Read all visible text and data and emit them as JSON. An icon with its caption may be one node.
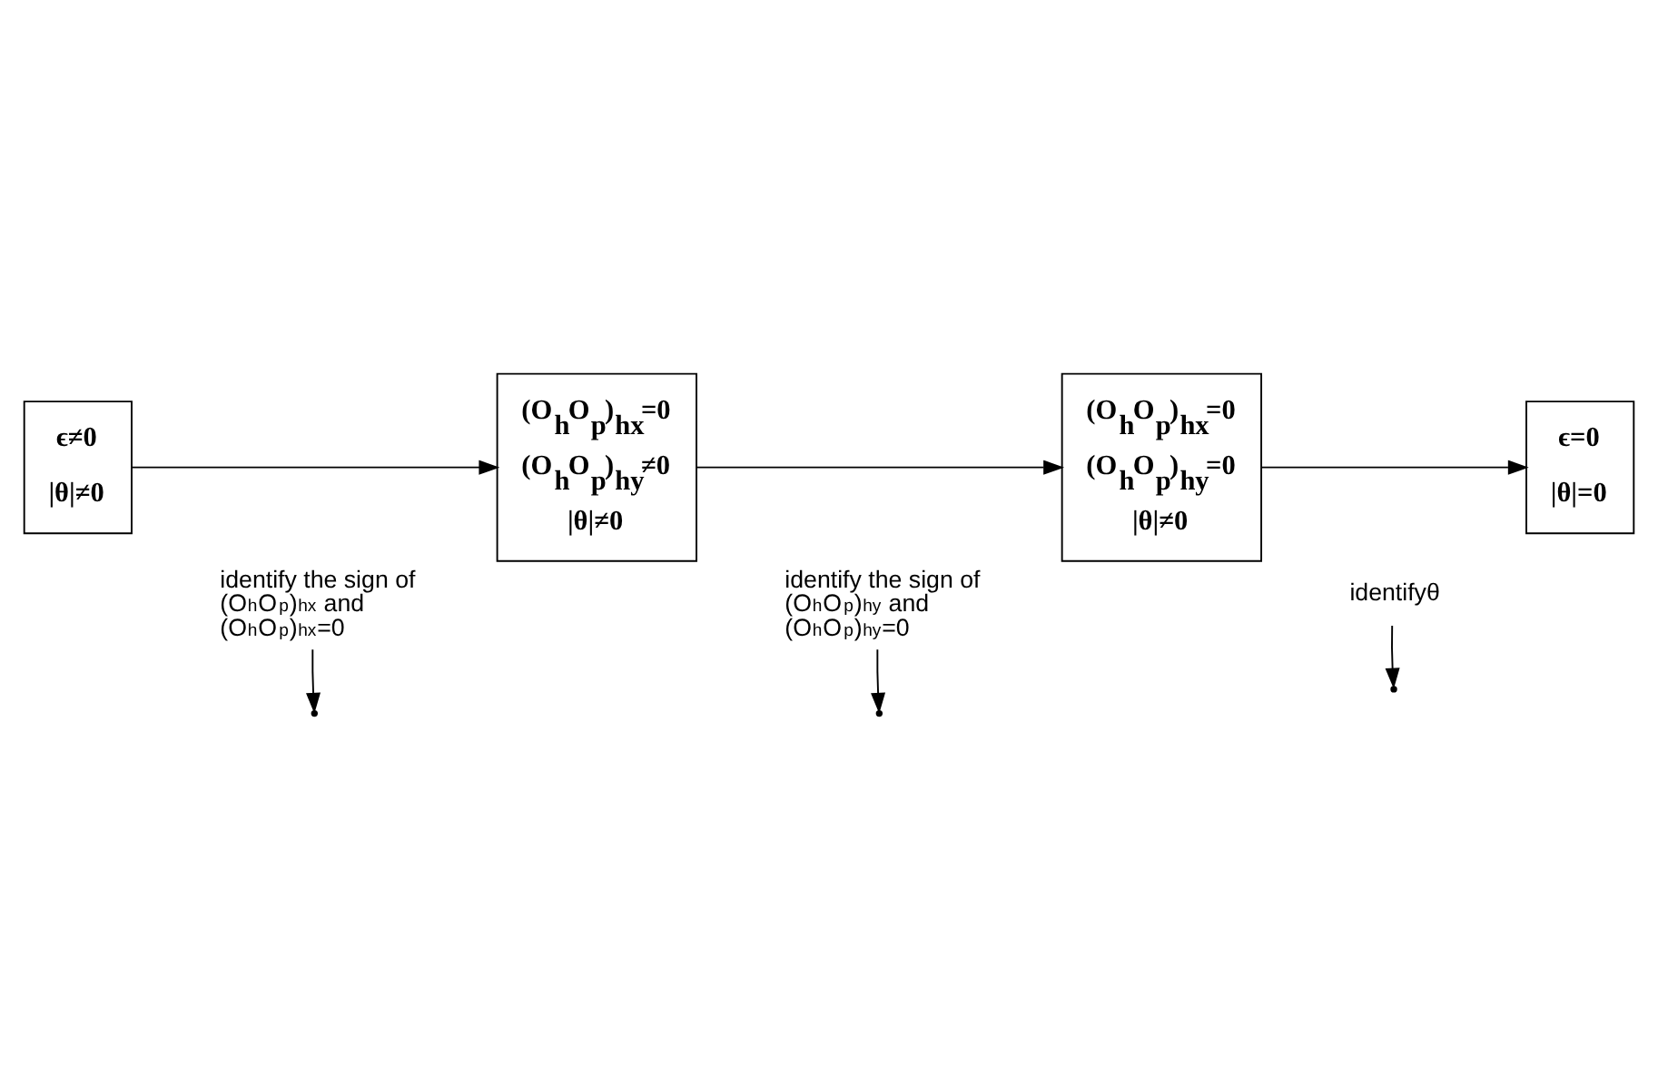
{
  "diagram": {
    "nodes": [
      {
        "text": [
          "ϵ≠0",
          "|θ|≠0"
        ]
      },
      {
        "text": [
          "(O$_{h}$O$_{p}$)$_{hx}$=0",
          "(O$_{h}$O$_{p}$)$_{hy}$≠0",
          "|θ|≠0"
        ]
      },
      {
        "text": [
          "(O$_{h}$O$_{p}$)$_{hx}$=0",
          "(O$_{h}$O$_{p}$)$_{hy}$=0",
          "|θ|≠0"
        ]
      },
      {
        "text": [
          "ϵ=0",
          "|θ|=0"
        ]
      },
      {
        "text": [
          "identify the sign of (O$_{h}$O$_{p}$)$_{hx}$ and (O$_{h}$O$_{p}$)$_{hx}$=0"
        ]
      },
      {
        "text": [
          "identify the sign of (O$_{h}$O$_{p}$)$_{hy}$ and (O$_{h}$O$_{p}$)$_{hy}$=0"
        ]
      },
      {
        "text": [
          "identifyθ"
        ]
      }
    ],
    "edges": [
      {
        "from": 0,
        "to": 1,
        "arrow": "to"
      },
      {
        "from": 1,
        "to": 2,
        "arrow": "to"
      },
      {
        "from": 2,
        "to": 3,
        "arrow": "to"
      },
      {
        "from": 4,
        "to": null,
        "arrow": "to"
      },
      {
        "from": 5,
        "to": null,
        "arrow": "to"
      },
      {
        "from": 6,
        "to": null,
        "arrow": "to"
      }
    ]
  }
}
